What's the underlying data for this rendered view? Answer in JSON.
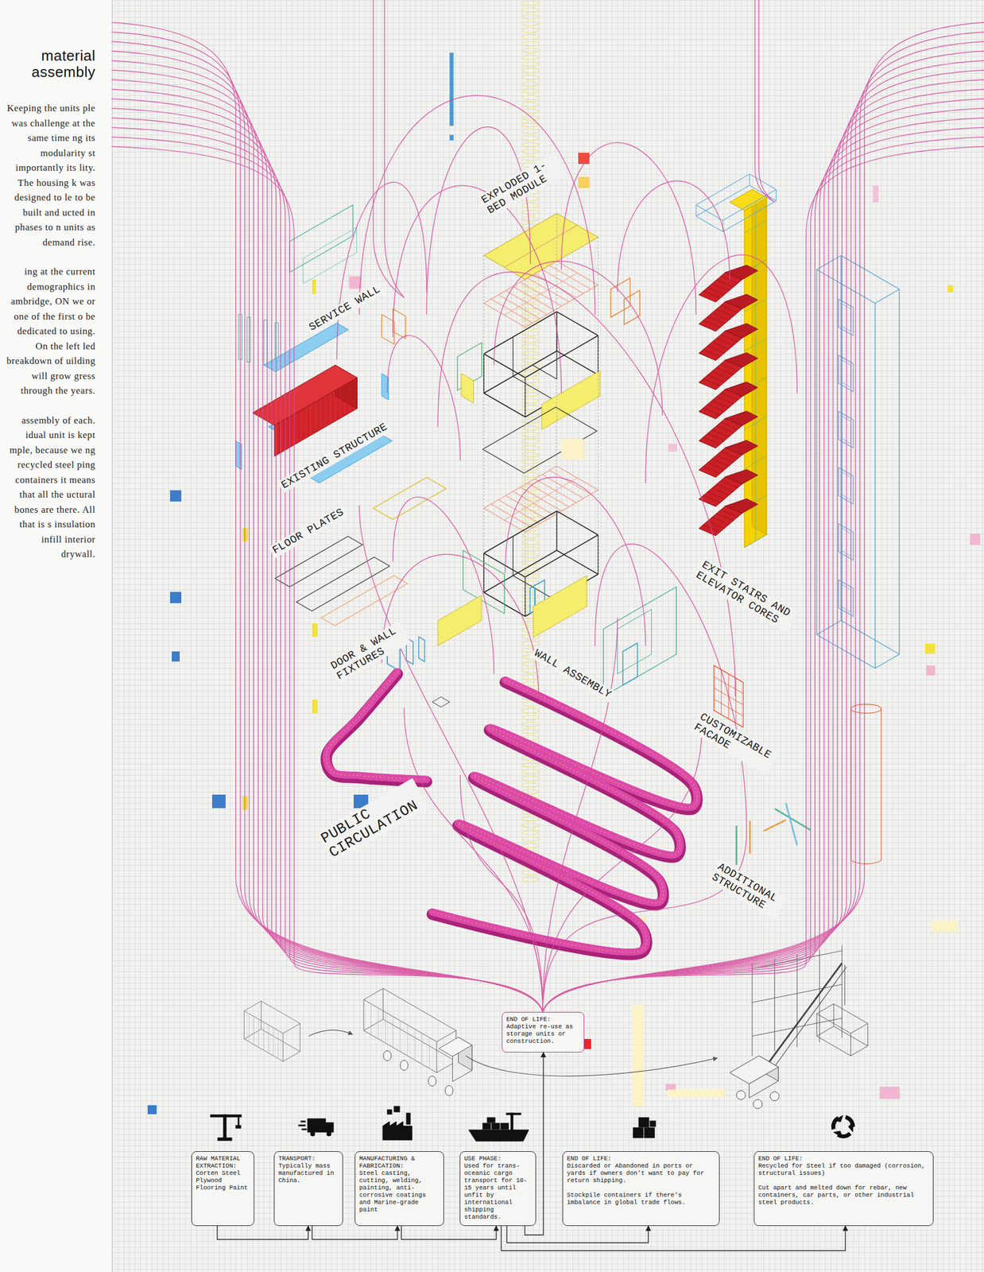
{
  "diagram": {
    "title": "material assembly",
    "nodes": [
      {
        "text": [
          "END OF LIFE:",
          "Adaptive re-use as storage units or construction."
        ]
      },
      {
        "text": [
          "RAW MATERIAL EXTRACTION:",
          "Corten Steel Plywood Flooring Paint"
        ]
      },
      {
        "text": [
          "TRANSPORT:",
          "Typically mass manufactured in China."
        ]
      },
      {
        "text": [
          "MANUFACTURING & FABRICATION:",
          "Steel casting, cutting, welding, painting, anti-corrosive coatings and Marine-grade paint"
        ]
      },
      {
        "text": [
          "USE PHASE:",
          "Used for trans-oceanic cargo transport for 10-15 years until unfit by international shipping standards."
        ]
      },
      {
        "text": [
          "END OF LIFE:",
          "Discarded or Abandoned in ports or yards if owners don't want to pay for return shipping.",
          "Stockpile containers if there's imbalance in global trade flows."
        ]
      },
      {
        "text": [
          "END OF LIFE:",
          "Recycled for Steel if too damaged (corrosion, structural issues)",
          "Cut apart and melted down for rebar, new containers, car parts, or other industrial steel products."
        ]
      }
    ],
    "edges": [
      {
        "from": 1,
        "to": 2,
        "arrow": "to"
      },
      {
        "from": 2,
        "to": 3,
        "arrow": "to"
      },
      {
        "from": 3,
        "to": 4,
        "arrow": "to"
      },
      {
        "from": 4,
        "to": 0,
        "arrow": "to"
      },
      {
        "from": 4,
        "to": 5,
        "arrow": "to"
      },
      {
        "from": 4,
        "to": 6,
        "arrow": "to"
      }
    ],
    "labels": [
      "Keeping the units ple was challenge at the same time ng its modularity st importantly its lity. The housing k was designed to le to be built and ucted in phases to n units as demand rise.",
      "ing at the current demographics in ambridge, ON we or one of the first o be dedicated to using. On the left led breakdown of uilding will grow gress through the years.",
      "assembly of each. idual unit is kept mple, because we ng recycled steel ping containers it means that all the uctural bones are there. All that is s insulation infill interior drywall.",
      "EXPLODED 1-BED MODULE",
      "SERVICE WALL",
      "EXISTING STRUCTURE",
      "FLOOR PLATES",
      "EXIT STAIRS AND ELEVATOR CORES",
      "DOOR & WALL FIXTURES",
      "WALL ASSEMBLY",
      "CUSTOMIZABLE FACADE",
      "PUBLIC CIRCULATION",
      "ADDITIONAL STRUCTURE"
    ]
  }
}
